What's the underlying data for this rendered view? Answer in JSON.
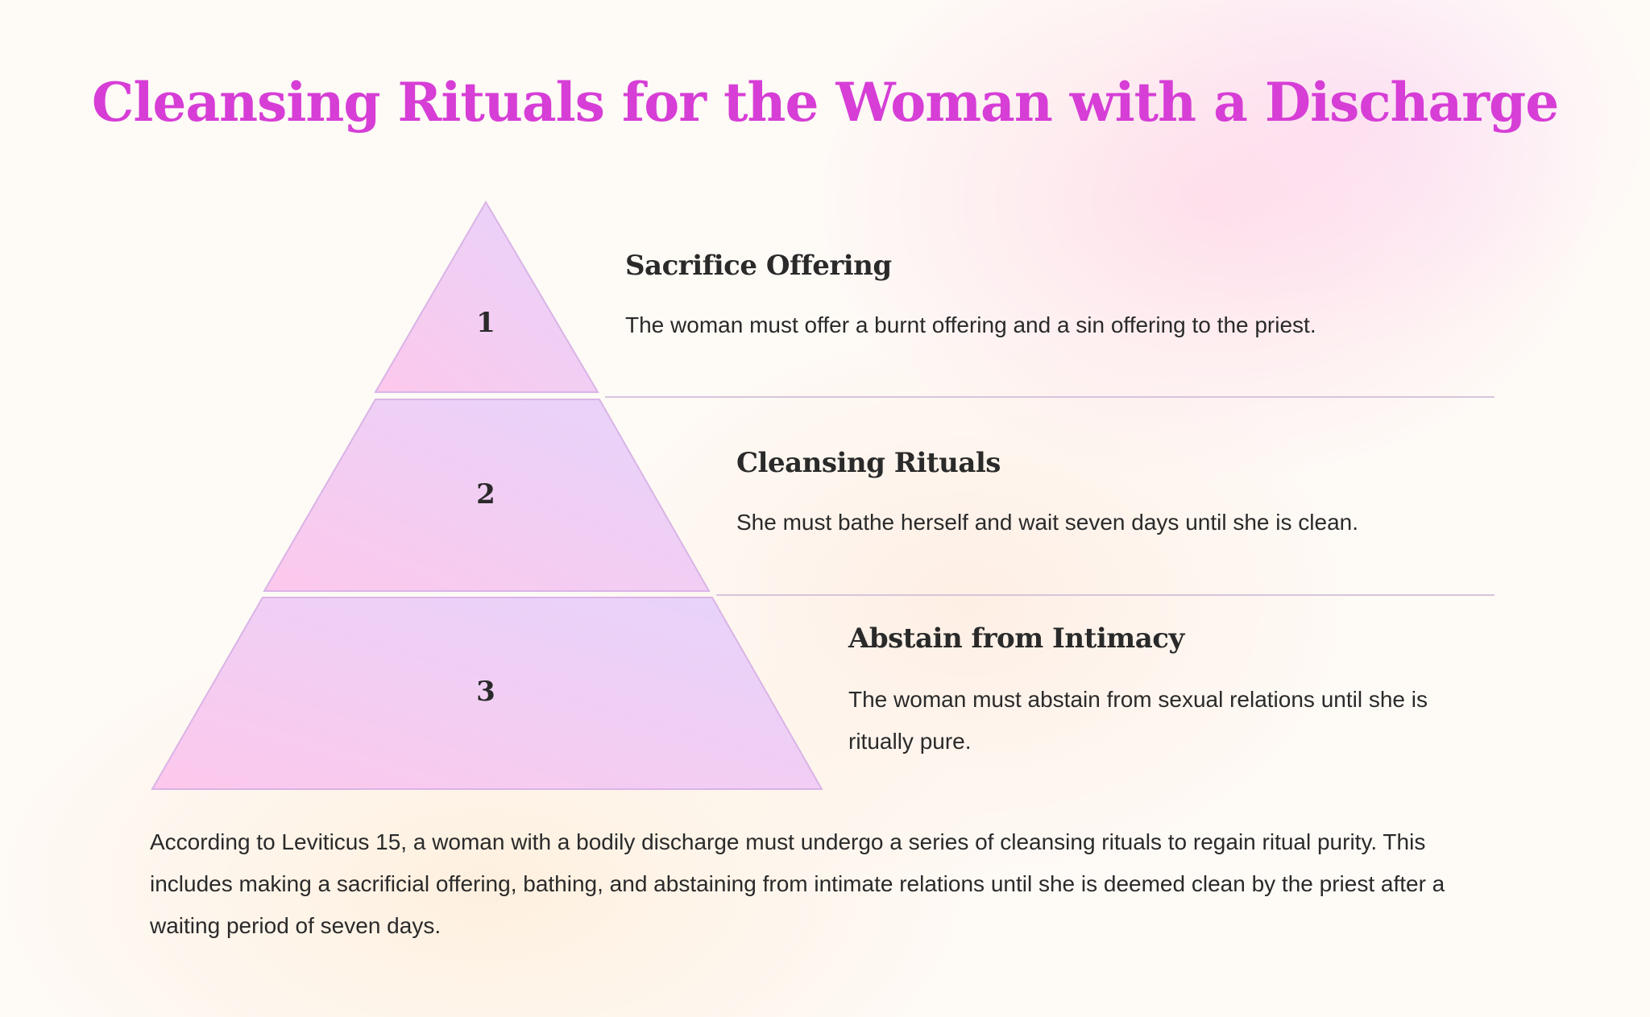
{
  "title": "Cleansing Rituals for the Woman with a Discharge",
  "tiers": [
    {
      "number": "1",
      "heading": "Sacrifice Offering",
      "description": "The woman must offer a burnt offering and a sin offering to the priest."
    },
    {
      "number": "2",
      "heading": "Cleansing Rituals",
      "description": "She must bathe herself and wait seven days until she is clean."
    },
    {
      "number": "3",
      "heading": "Abstain from Intimacy",
      "description": "The woman must abstain from sexual relations until she is ritually pure."
    }
  ],
  "summary": "According to Leviticus 15, a woman with a bodily discharge must undergo a series of cleansing rituals to regain ritual purity. This includes making a sacrificial offering, bathing, and abstaining from intimate relations until she is deemed clean by the priest after a waiting period of seven days.",
  "colors": {
    "title": "#d63ed6",
    "tier_fill_a": "#fcc8ec",
    "tier_fill_b": "#e8d2fa",
    "tier_stroke": "#d9b4e6"
  }
}
